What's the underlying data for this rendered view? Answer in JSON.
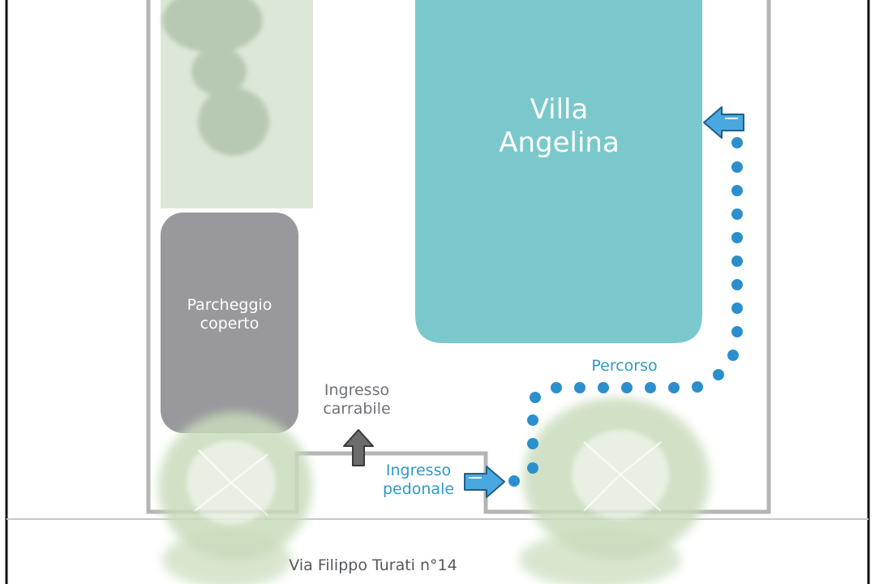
{
  "labels": {
    "villa": "Villa\nAngelina",
    "parking": "Parcheggio\ncoperto",
    "vehicle_entrance": "Ingresso\ncarrabile",
    "pedestrian_entrance": "Ingresso\npedonale",
    "path": "Percorso",
    "street": "Via Filippo Turati  n°14"
  },
  "colors": {
    "villa": "#7cc8cc",
    "parking": "#98979b",
    "garden": "#dce6d6",
    "boundary": "#b4b4b4",
    "path_dots": "#2b8fcd",
    "vehicle_arrow": "#6c6c6c",
    "pedestrian_arrow": "#4aa8e0",
    "street_line": "#c8c8c8",
    "frame": "#111111"
  },
  "icons": {
    "vehicle_arrow": "arrow-up-icon",
    "pedestrian_arrow": "arrow-right-icon",
    "villa_arrow": "arrow-left-icon"
  }
}
